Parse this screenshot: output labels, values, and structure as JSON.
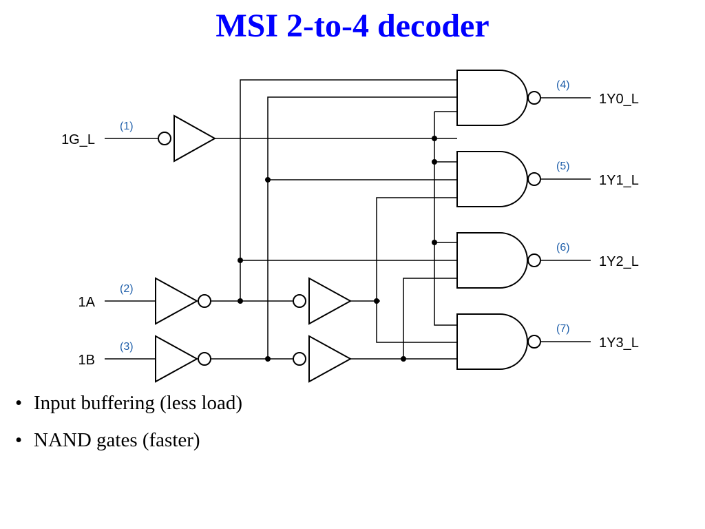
{
  "title": "MSI 2-to-4 decoder",
  "colors": {
    "title": "#0000ff",
    "pin_label": "#1f5faa",
    "line": "#000000"
  },
  "diagram": {
    "inputs": [
      {
        "signal": "1G_L",
        "pin": "(1)"
      },
      {
        "signal": "1A",
        "pin": "(2)"
      },
      {
        "signal": "1B",
        "pin": "(3)"
      }
    ],
    "outputs": [
      {
        "signal": "1Y0_L",
        "pin": "(4)"
      },
      {
        "signal": "1Y1_L",
        "pin": "(5)"
      },
      {
        "signal": "1Y2_L",
        "pin": "(6)"
      },
      {
        "signal": "1Y3_L",
        "pin": "(7)"
      }
    ]
  },
  "bullets": [
    "Input buffering (less load)",
    "NAND gates (faster)"
  ]
}
